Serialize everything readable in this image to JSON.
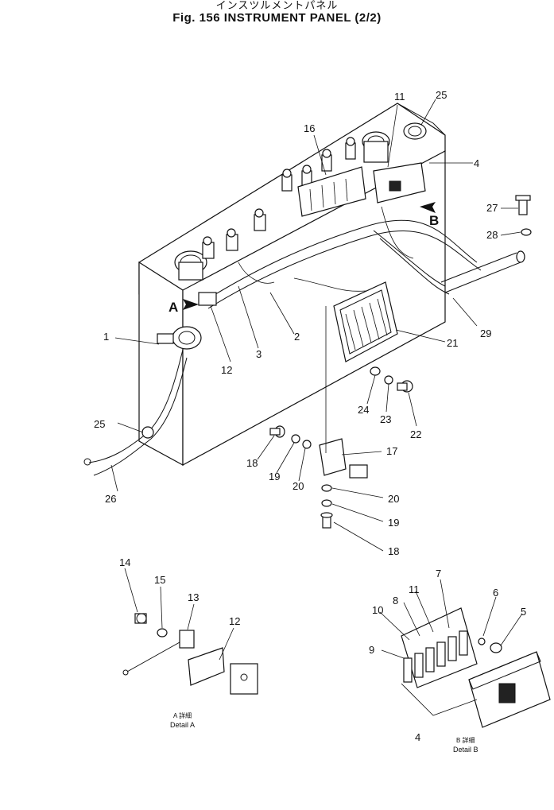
{
  "header": {
    "title_jp": "インスツルメントパネル",
    "title": "Fig. 156 INSTRUMENT PANEL (2/2)"
  },
  "view_markers": {
    "a": "A",
    "b": "B"
  },
  "callouts": {
    "c1": "1",
    "c2": "2",
    "c3": "3",
    "c4": "4",
    "c4b": "4",
    "c5": "5",
    "c6": "6",
    "c7": "7",
    "c8": "8",
    "c9": "9",
    "c10": "10",
    "c11": "11",
    "c11b": "11",
    "c12": "12",
    "c12b": "12",
    "c13": "13",
    "c14": "14",
    "c15": "15",
    "c16": "16",
    "c17": "17",
    "c18": "18",
    "c18b": "18",
    "c19": "19",
    "c19b": "19",
    "c20": "20",
    "c20b": "20",
    "c21": "21",
    "c22": "22",
    "c23": "23",
    "c24": "24",
    "c25": "25",
    "c25b": "25",
    "c26": "26",
    "c27": "27",
    "c28": "28",
    "c29": "29"
  },
  "details": {
    "a_jp": "A 詳細",
    "a_label": "Detail A",
    "b_jp": "B 詳細",
    "b_label": "Detail B"
  }
}
